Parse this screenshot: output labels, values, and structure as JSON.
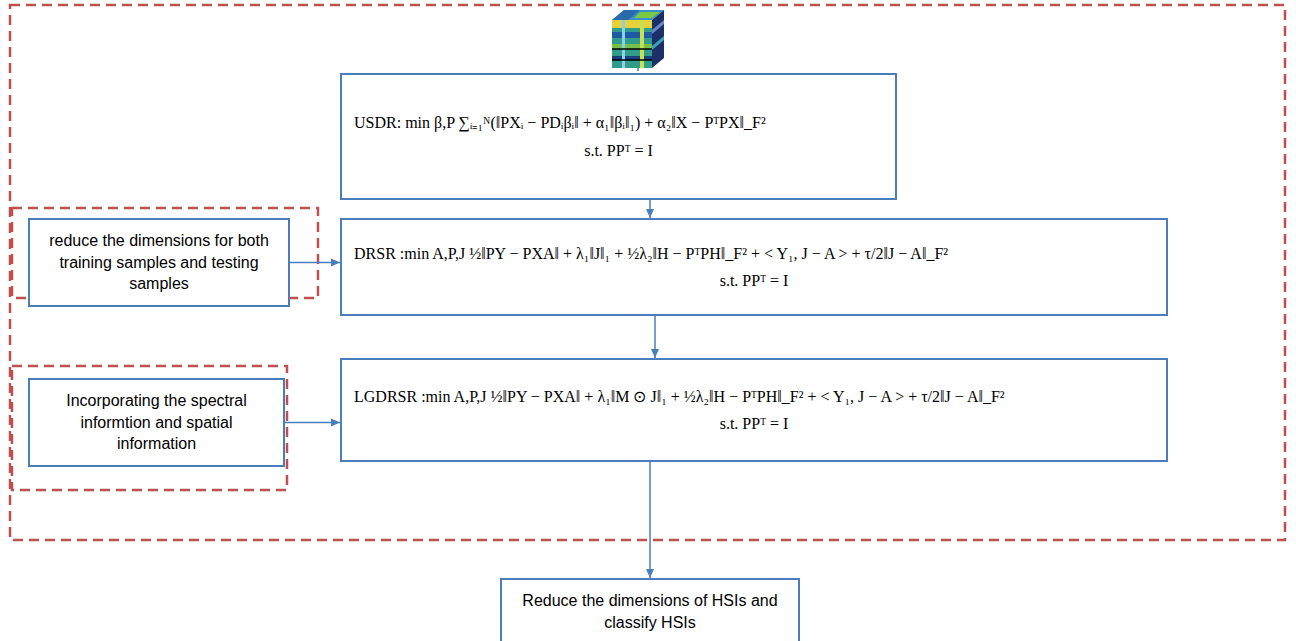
{
  "diagram": {
    "nodes": [
      {
        "text": [
          "USDR: min β,P ∑ᵢ₌₁ᴺ(‖PXᵢ − PDᵢβᵢ‖ + α₁‖βᵢ‖₁) + α₂‖X − PᵀPX‖_F²",
          "s.t. PPᵀ = I"
        ]
      },
      {
        "text": [
          "reduce the dimensions for both training samples and testing samples"
        ]
      },
      {
        "text": [
          "DRSR :min A,P,J ½‖PY − PXA‖ + λ₁‖J‖₁ + ½λ₂‖H − PᵀPH‖_F² + < Y₁, J − A > + τ/2‖J − A‖_F²",
          "s.t.  PPᵀ = I"
        ]
      },
      {
        "text": [
          "Incorporating the spectral informtion and spatial information"
        ]
      },
      {
        "text": [
          "LGDRSR :min A,P,J ½‖PY − PXA‖ + λ₁‖M ⊙ J‖₁ + ½λ₂‖H − PᵀPH‖_F² + < Y₁, J − A > + τ/2‖J − A‖_F²",
          "s.t.  PPᵀ = I"
        ]
      },
      {
        "text": [
          "Reduce the dimensions of HSIs and classify HSIs"
        ]
      }
    ],
    "edges": [
      {
        "from": 0,
        "to": 2,
        "arrow": "to"
      },
      {
        "from": 1,
        "to": 2,
        "arrow": "to"
      },
      {
        "from": 2,
        "to": 4,
        "arrow": "to"
      },
      {
        "from": 3,
        "to": 4,
        "arrow": "to"
      },
      {
        "from": 4,
        "to": 5,
        "arrow": "to"
      }
    ]
  }
}
